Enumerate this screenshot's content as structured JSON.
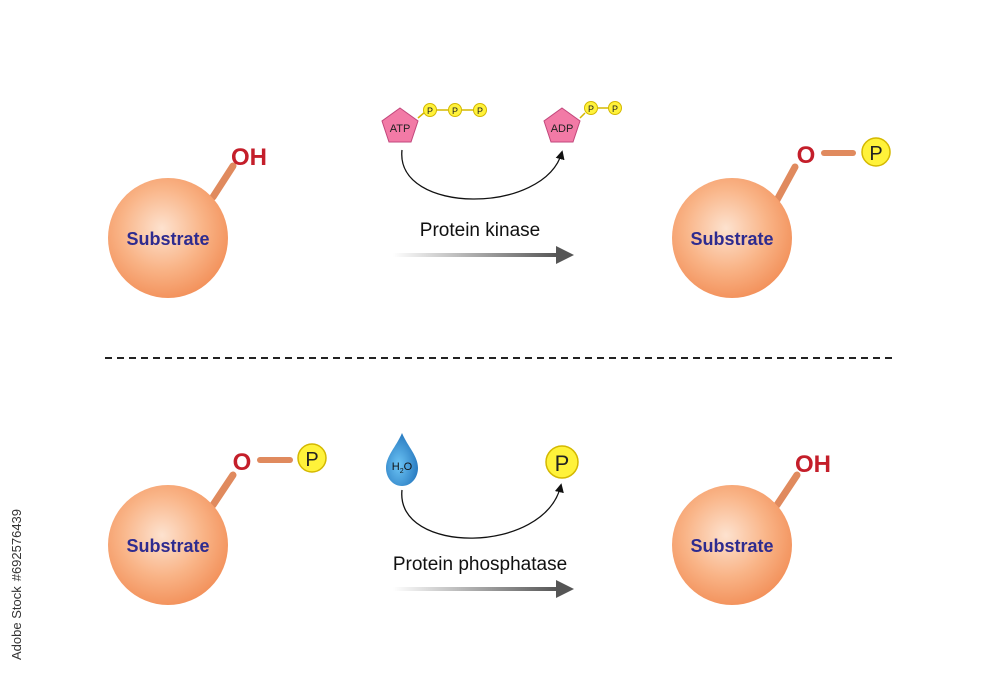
{
  "top_reaction": {
    "substrate_left": {
      "label": "Substrate",
      "group": "OH"
    },
    "donor": {
      "label": "ATP",
      "phosphates": [
        "P",
        "P",
        "P"
      ]
    },
    "product_donor": {
      "label": "ADP",
      "phosphates": [
        "P",
        "P"
      ]
    },
    "enzyme": "Protein kinase",
    "substrate_right": {
      "label": "Substrate",
      "oxygen": "O",
      "phosphate": "P"
    }
  },
  "bottom_reaction": {
    "substrate_left": {
      "label": "Substrate",
      "oxygen": "O",
      "phosphate": "P"
    },
    "water": {
      "main": "H",
      "sub": "2",
      "tail": "O"
    },
    "released": "P",
    "enzyme": "Protein phosphatase",
    "substrate_right": {
      "label": "Substrate",
      "group": "OH"
    }
  },
  "watermark": {
    "stock_id": "#692576439",
    "brand": "Adobe Stock"
  },
  "colors": {
    "substrate_label": "#2e2b8f",
    "hydroxyl": "#c41e2a",
    "bond": "#e08a5e",
    "phosphate_fill": "#fff23a",
    "phosphate_stroke": "#d4b800",
    "pentagon_fill": "#f27aa6",
    "water_fill": "#2a8fd6",
    "arrow": "#555555"
  }
}
